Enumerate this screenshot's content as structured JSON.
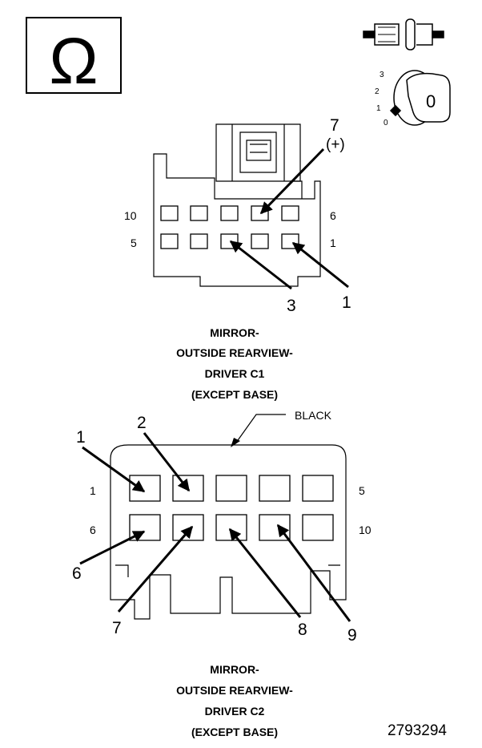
{
  "ohm_symbol": "Ω",
  "key_switch": {
    "positions": [
      "3",
      "2",
      "1",
      "0"
    ],
    "key_label": "0"
  },
  "connector_c1": {
    "pin_labels": {
      "top_left": "10",
      "top_right": "6",
      "bottom_left": "5",
      "bottom_right": "1"
    },
    "callouts": {
      "pin7": "7",
      "pin7_polarity": "(+)",
      "pin3": "3",
      "pin1": "1"
    },
    "caption": [
      "MIRROR-",
      "OUTSIDE REARVIEW-",
      "DRIVER C1",
      "(EXCEPT BASE)"
    ]
  },
  "connector_c2": {
    "color_label": "BLACK",
    "pin_labels": {
      "top_left": "1",
      "top_right": "5",
      "bottom_left": "6",
      "bottom_right": "10"
    },
    "callouts": {
      "pin1": "1",
      "pin2": "2",
      "pin6": "6",
      "pin7": "7",
      "pin8": "8",
      "pin9": "9"
    },
    "caption": [
      "MIRROR-",
      "OUTSIDE REARVIEW-",
      "DRIVER C2",
      "(EXCEPT BASE)"
    ]
  },
  "figure_id": "2793294"
}
